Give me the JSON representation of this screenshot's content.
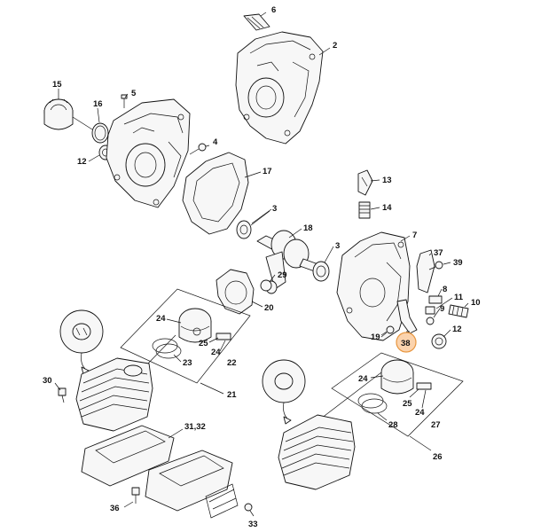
{
  "callouts": [
    {
      "id": "c6",
      "text": "6"
    },
    {
      "id": "c2",
      "text": "2"
    },
    {
      "id": "c15",
      "text": "15"
    },
    {
      "id": "c16",
      "text": "16"
    },
    {
      "id": "c5",
      "text": "5"
    },
    {
      "id": "c12a",
      "text": "12"
    },
    {
      "id": "c4",
      "text": "4"
    },
    {
      "id": "c17",
      "text": "17"
    },
    {
      "id": "c3a",
      "text": "3"
    },
    {
      "id": "c18",
      "text": "18"
    },
    {
      "id": "c3b",
      "text": "3"
    },
    {
      "id": "c13",
      "text": "13"
    },
    {
      "id": "c14",
      "text": "14"
    },
    {
      "id": "c7",
      "text": "7"
    },
    {
      "id": "c37",
      "text": "37"
    },
    {
      "id": "c39",
      "text": "39"
    },
    {
      "id": "c8",
      "text": "8"
    },
    {
      "id": "c11",
      "text": "11"
    },
    {
      "id": "c9",
      "text": "9"
    },
    {
      "id": "c10",
      "text": "10"
    },
    {
      "id": "c12b",
      "text": "12"
    },
    {
      "id": "c29",
      "text": "29"
    },
    {
      "id": "c20",
      "text": "20"
    },
    {
      "id": "c19",
      "text": "19"
    },
    {
      "id": "c38",
      "text": "38",
      "highlight": true
    },
    {
      "id": "c24a",
      "text": "24"
    },
    {
      "id": "c25a",
      "text": "25"
    },
    {
      "id": "c24b",
      "text": "24"
    },
    {
      "id": "c23",
      "text": "23"
    },
    {
      "id": "c22",
      "text": "22"
    },
    {
      "id": "c21",
      "text": "21"
    },
    {
      "id": "c30",
      "text": "30"
    },
    {
      "id": "c3132",
      "text": "31,32"
    },
    {
      "id": "c36",
      "text": "36"
    },
    {
      "id": "c24c",
      "text": "24"
    },
    {
      "id": "c25b",
      "text": "25"
    },
    {
      "id": "c24d",
      "text": "24"
    },
    {
      "id": "c28",
      "text": "28"
    },
    {
      "id": "c27",
      "text": "27"
    },
    {
      "id": "c26",
      "text": "26"
    },
    {
      "id": "c33",
      "text": "33"
    }
  ],
  "colors": {
    "highlight_fill": "#fbd3ad",
    "highlight_stroke": "#e8963f",
    "ink": "#111111"
  }
}
